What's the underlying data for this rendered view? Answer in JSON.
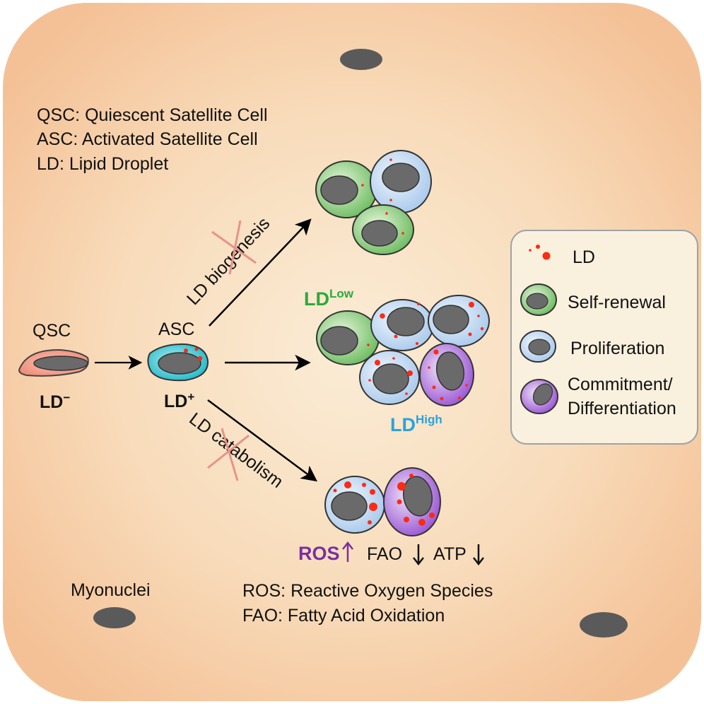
{
  "abbreviations": {
    "qsc": "QSC: Quiescent Satellite Cell",
    "asc": "ASC: Activated Satellite Cell",
    "ld": "LD: Lipid Droplet"
  },
  "stages": {
    "qsc_label": "QSC",
    "asc_label": "ASC",
    "ld_minus_base": "LD",
    "ld_minus_sup": "−",
    "ld_plus_base": "LD",
    "ld_plus_sup": "+"
  },
  "pathways": {
    "biogenesis": "LD biogenesis",
    "catabolism": "LD catabolism"
  },
  "groups": {
    "ld_low_base": "LD",
    "ld_low_sup": "Low",
    "ld_high_base": "LD",
    "ld_high_sup": "High"
  },
  "outcome": {
    "ros": "ROS",
    "fao": "FAO",
    "atp": "ATP",
    "ros_def": "ROS: Reactive Oxygen Species",
    "fao_def": "FAO: Fatty Acid Oxidation"
  },
  "myonuclei_label": "Myonuclei",
  "legend": {
    "ld": "LD",
    "self_renewal": "Self-renewal",
    "proliferation": "Proliferation",
    "commitment_line1": "Commitment/",
    "commitment_line2": "Differentiation"
  },
  "colors": {
    "fiber": "#f6c9a0",
    "fiber_center": "#f9e6cd",
    "nucleus": "#6d6d6d",
    "green_cell": "#7fc36f",
    "blue_cell": "#b9d6ef",
    "purple_cell": "#a96ad6",
    "teal_cell": "#34c3cf",
    "qsc_cell": "#f2a48f",
    "lipid": "#ff2a12",
    "ld_low_text": "#2aaa3a",
    "ld_high_text": "#29a3dc",
    "ros_text": "#7a2fa0",
    "cross": "#e9a29a"
  },
  "icons": [
    "arrow-icon",
    "cross-icon",
    "up-arrow-icon",
    "down-arrow-icon"
  ]
}
